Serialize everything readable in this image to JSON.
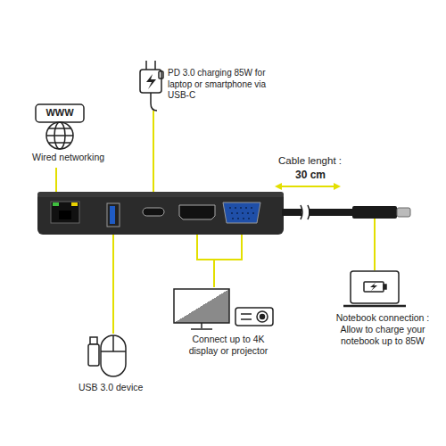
{
  "diagram": {
    "labels": [
      "WWW",
      "Wired networking",
      "PD 3.0 charging 85W for laptop or smartphone via USB-C",
      "Cable lenght :",
      "30 cm",
      "Connect up to 4K display or projector",
      "USB 3.0 device",
      "Notebook connection : Allow to charge your notebook up to 85W"
    ]
  }
}
